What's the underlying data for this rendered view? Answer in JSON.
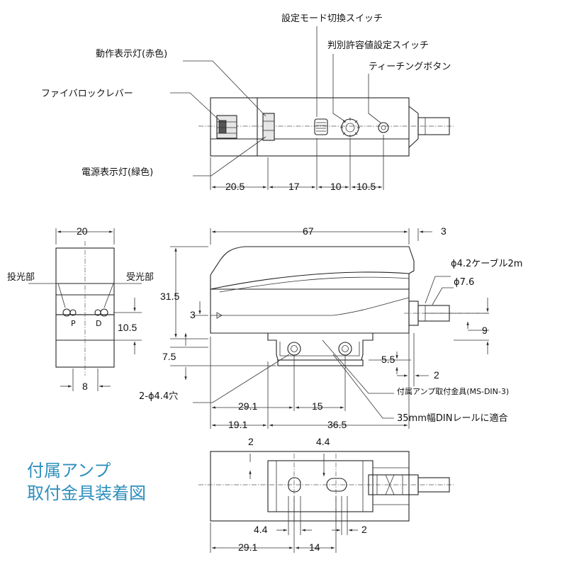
{
  "labels": {
    "setting_mode_switch": "設定モード切換スイッチ",
    "tolerance_switch": "判別許容値設定スイッチ",
    "operation_led": "動作表示灯(赤色)",
    "teaching_button": "ティーチングボタン",
    "fiber_lock_lever": "ファイバロックレバー",
    "power_led": "電源表示灯(緑色)",
    "emitter": "投光部",
    "receiver": "受光部",
    "emitter_mark": "P",
    "receiver_mark": "D",
    "cable": "ϕ4.2ケーブル2m",
    "cable_od": "ϕ7.6",
    "holes": "2-ϕ4.4穴",
    "bracket_attached": "付属アンプ取付金具(MS-DIN-3)",
    "din_rail": "35mm幅DINレールに適合"
  },
  "title": {
    "line1": "付属アンプ",
    "line2": "取付金具装着図"
  },
  "dims": {
    "top_a": "20.5",
    "top_b": "17",
    "top_c": "10",
    "top_d": "10.5",
    "width_20": "20",
    "length_67": "67",
    "d3": "3",
    "h31_5": "31.5",
    "h3": "3",
    "h10_5": "10.5",
    "h7_5": "7.5",
    "w8": "8",
    "h9": "9",
    "d5_5": "5.5",
    "d2": "2",
    "d29_1": "29.1",
    "d15": "15",
    "d19_1": "19.1",
    "d36_5": "36.5",
    "b_2": "2",
    "b_4_4_top": "4.4",
    "b_4_4_bottom": "4.4",
    "b_2_bottom": "2",
    "b_29_1": "29.1",
    "b_14": "14"
  }
}
